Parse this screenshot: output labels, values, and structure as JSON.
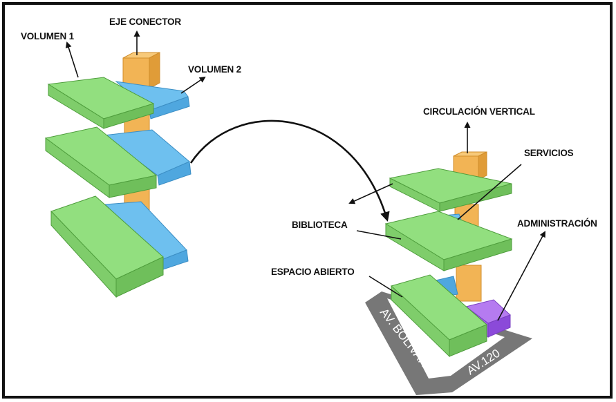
{
  "colors": {
    "volume_green": "#8bdc78",
    "volume_green_top": "#92df7f",
    "volume_blue": "#6ec0ef",
    "connector_orange": "#f2b455",
    "administration_purple": "#a262e8",
    "street_gray": "#777777",
    "frame_border": "#111111"
  },
  "left_model": {
    "volumen1": "VOLUMEN 1",
    "eje_conector": "EJE CONECTOR",
    "volumen2": "VOLUMEN 2"
  },
  "right_model": {
    "circulacion_vertical": "CIRCULACIÓN VERTICAL",
    "servicios": "SERVICIOS",
    "biblioteca": "BIBLIOTECA",
    "administracion": "ADMINISTRACIÓN",
    "espacio_abierto": "ESPACIO ABIERTO",
    "av_bolivar": "AV. BOLIVAR",
    "av_120": "AV.120"
  },
  "icons": {
    "transition": "curved-arrow-icon",
    "pointer": "arrow-icon"
  }
}
